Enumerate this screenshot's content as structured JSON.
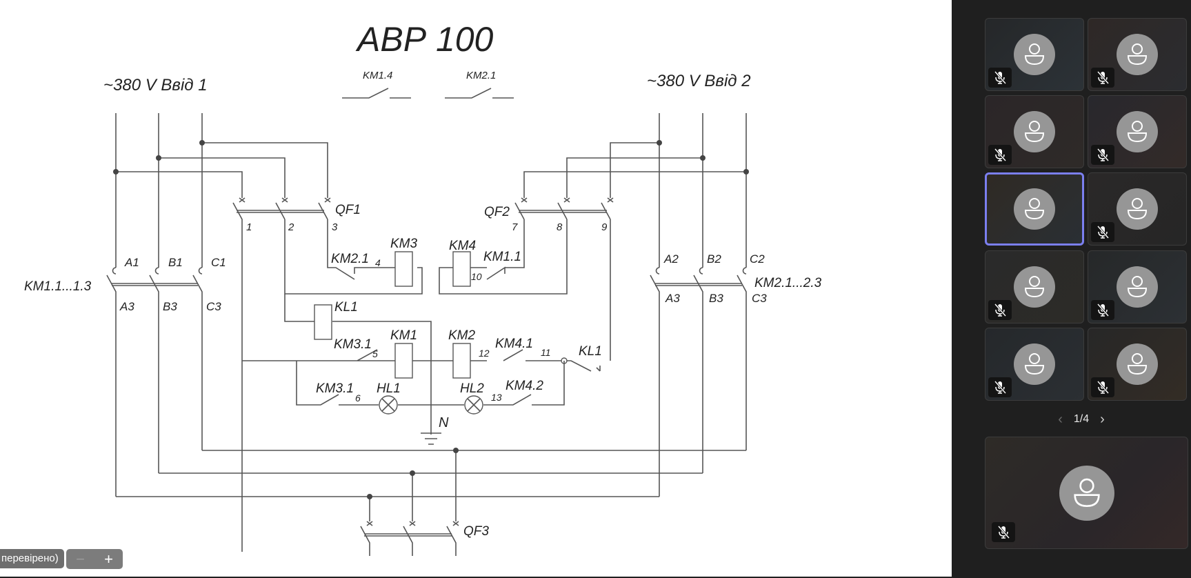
{
  "diagram": {
    "title": "АВР 100",
    "input1_label": "~380 V Ввід 1",
    "input2_label": "~380 V Ввід 2",
    "top_contacts": [
      "KM1.4",
      "KM2.1"
    ],
    "breakers": {
      "qf1": "QF1",
      "qf2": "QF2",
      "qf3": "QF3"
    },
    "contactor_groups": {
      "left": "KM1.1...1.3",
      "right": "KM2.1...2.3"
    },
    "phase_labels_top_left": [
      "A1",
      "B1",
      "C1"
    ],
    "phase_labels_bottom_left": [
      "A3",
      "B3",
      "C3"
    ],
    "phase_labels_top_right": [
      "A2",
      "B2",
      "C2"
    ],
    "phase_labels_bottom_right": [
      "A3",
      "B3",
      "C3"
    ],
    "node_numbers": [
      "1",
      "2",
      "3",
      "4",
      "5",
      "6",
      "7",
      "8",
      "9",
      "10",
      "11",
      "12",
      "13"
    ],
    "coils": {
      "km3": "KM3",
      "km4": "KM4",
      "kl1": "KL1",
      "km1": "KM1",
      "km2": "KM2"
    },
    "contacts": {
      "km2_1": "KM2.1",
      "km1_1": "KM1.1",
      "km3_1a": "KM3.1",
      "km3_1b": "KM3.1",
      "km4_1": "KM4.1",
      "km4_2": "KM4.2",
      "kl1_contact": "KL1"
    },
    "lamps": {
      "hl1": "HL1",
      "hl2": "HL2"
    },
    "neutral": "N"
  },
  "viewer": {
    "status_text": "перевірено)",
    "zoom_out_symbol": "−",
    "zoom_in_symbol": "+"
  },
  "participants": {
    "tiles": [
      {
        "muted": true
      },
      {
        "muted": true
      },
      {
        "muted": true
      },
      {
        "muted": true
      },
      {
        "muted": false,
        "active": true
      },
      {
        "muted": true
      },
      {
        "muted": true
      },
      {
        "muted": true
      },
      {
        "muted": true
      },
      {
        "muted": true
      }
    ],
    "page_indicator": "1/4",
    "prev_symbol": "‹",
    "next_symbol": "›",
    "self_tile": {
      "muted": true
    },
    "active_border_color": "#7b7ff0"
  }
}
